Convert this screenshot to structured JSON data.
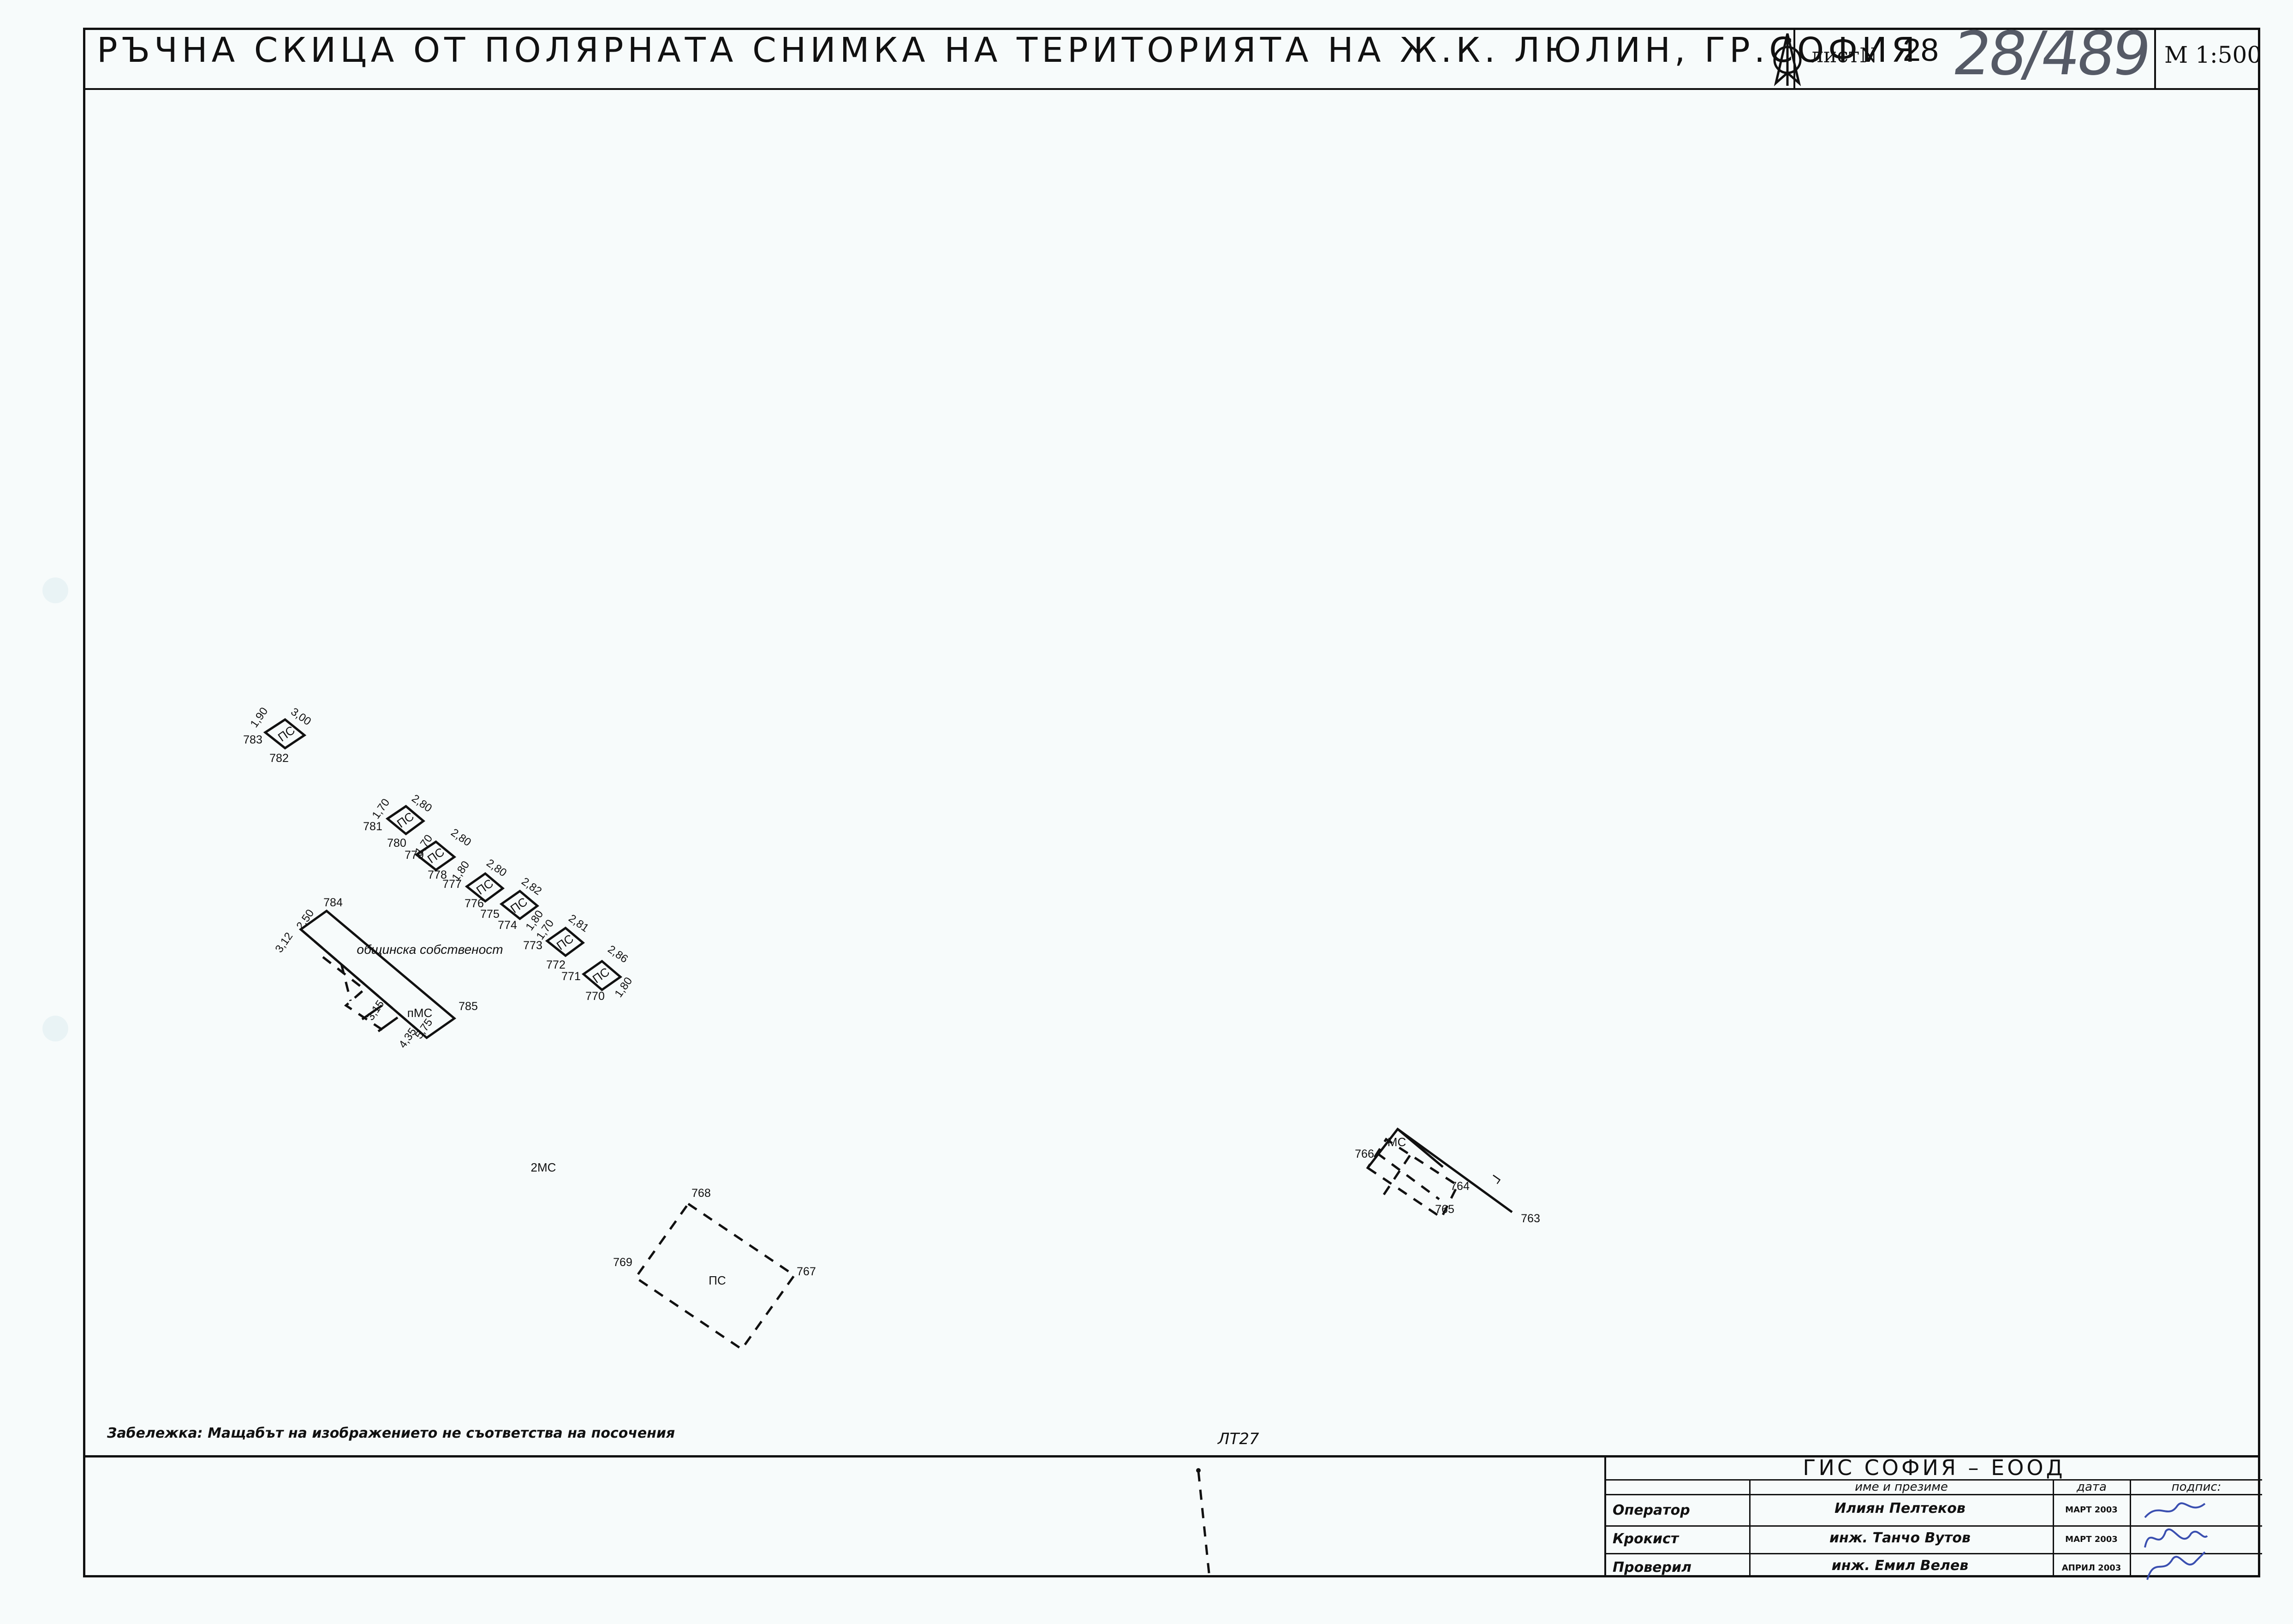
{
  "header": {
    "title": "РЪЧНА СКИЦА ОТ ПОЛЯРНАТА СНИМКА НА ТЕРИТОРИЯТА НА Ж.К. ЛЮЛИН, ГР.СОФИЯ",
    "sheet_label": "листN",
    "sheet_number": "28",
    "sheet_handwritten": "28/489",
    "scale": "М 1:500"
  },
  "map": {
    "ownership_note": "общинска собственост",
    "building_labels": {
      "ps": "ПС",
      "pms": "пМС",
      "ms": "МС",
      "two_ms": "2МС",
      "roof_mark": "ᒧ"
    },
    "points": {
      "p763": "763",
      "p764": "764",
      "p765": "765",
      "p766": "766",
      "p767": "767",
      "p768": "768",
      "p769": "769",
      "p770": "770",
      "p771": "771",
      "p772": "772",
      "p773": "773",
      "p774": "774",
      "p775": "775",
      "p776": "776",
      "p777": "777",
      "p778": "778",
      "p779": "779",
      "p780": "780",
      "p781": "781",
      "p782": "782",
      "p783": "783",
      "p784": "784",
      "p785": "785"
    },
    "measurements": {
      "m783_a": "1,90",
      "m783_b": "3,00",
      "m781_a": "1,70",
      "m781_b": "2,80",
      "m779_a": "1,70",
      "m779_b": "2,80",
      "m779_c": "1,80",
      "m776_a": "2,80",
      "m776_b": "2,82",
      "m776_c": "1,80",
      "m773_a": "1,70",
      "m773_b": "2,81",
      "m770_a": "2,86",
      "m770_b": "1,80",
      "m784_a": "3,12",
      "m784_b": "2,50",
      "m785_a": "3,15",
      "m785_b": "4,35",
      "m785_c": "5,75"
    },
    "line_label": "ЛТ27"
  },
  "footer_note": "Забележка: Мащабът на изображението не съответства на посочения",
  "title_block": {
    "company": "ГИС СОФИЯ – ЕООД",
    "col_name": "име и презиме",
    "col_date": "дата",
    "col_sign": "подпис:",
    "rows": [
      {
        "role": "Оператор",
        "name": "Илиян Пелтеков",
        "date": "МАРТ 2003"
      },
      {
        "role": "Крокист",
        "name": "инж. Танчо Вутов",
        "date": "МАРТ 2003"
      },
      {
        "role": "Проверил",
        "name": "инж. Емил Велев",
        "date": "АПРИЛ 2003"
      }
    ]
  },
  "colors": {
    "paper": "#f7fbfb",
    "ink": "#111111",
    "signature_ink": "#3a4fb0",
    "pencil": "#555a66"
  }
}
